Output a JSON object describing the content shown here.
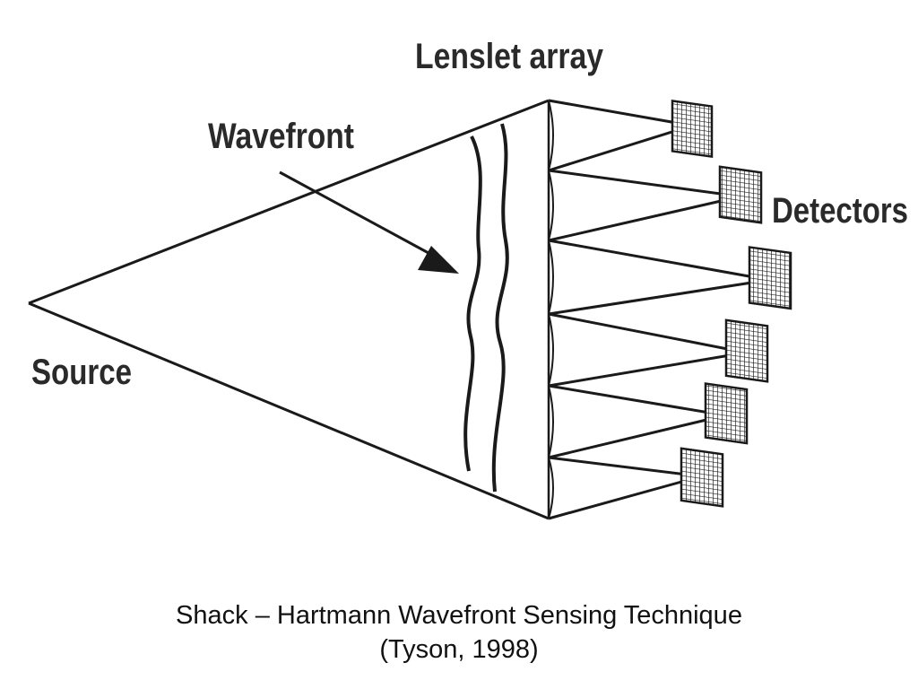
{
  "labels": {
    "lenslet_array": "Lenslet array",
    "wavefront": "Wavefront",
    "detectors": "Detectors",
    "source": "Source"
  },
  "caption": {
    "title": "Shack – Hartmann Wavefront Sensing Technique",
    "citation": "(Tyson, 1998)"
  },
  "colors": {
    "ink": "#1a1a1a",
    "background": "#ffffff"
  }
}
